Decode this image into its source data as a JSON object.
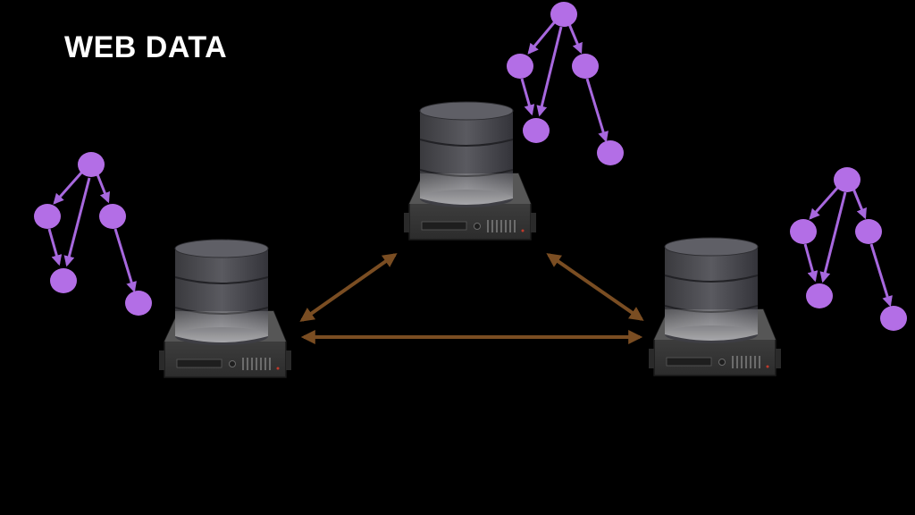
{
  "title": "WEB DATA",
  "colors": {
    "background": "#000000",
    "title_text": "#ffffff",
    "graph_node": "#b36ee6",
    "graph_edge": "#a768de",
    "link_arrow": "#7a4d22",
    "server_body": "#3a3a3a",
    "database_disk": "#4a4a4e"
  },
  "icons": [
    "server-icon",
    "database-icon",
    "graph-icon",
    "double-arrow-icon"
  ],
  "nodes": [
    {
      "id": "server-center",
      "type": "database-server"
    },
    {
      "id": "server-left",
      "type": "database-server"
    },
    {
      "id": "server-right",
      "type": "database-server"
    }
  ],
  "edges": [
    {
      "from": "server-left",
      "to": "server-center",
      "direction": "both"
    },
    {
      "from": "server-center",
      "to": "server-right",
      "direction": "both"
    },
    {
      "from": "server-left",
      "to": "server-right",
      "direction": "both"
    }
  ]
}
